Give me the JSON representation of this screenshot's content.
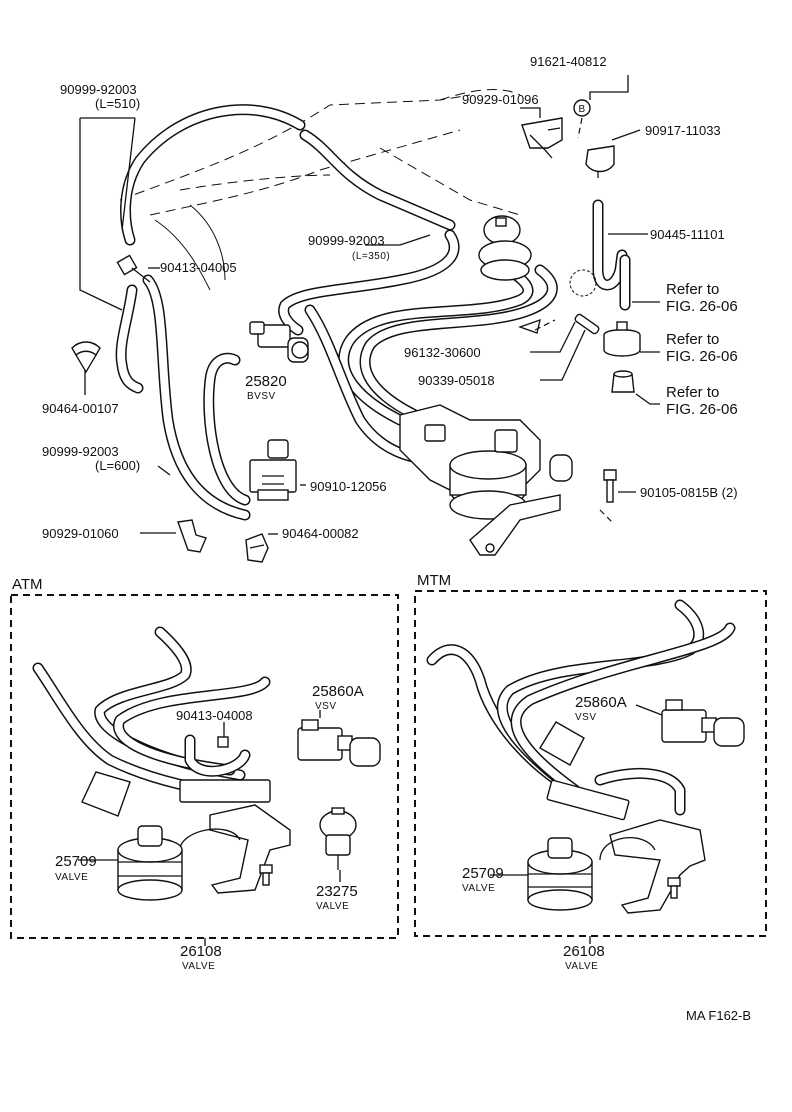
{
  "labels": {
    "hose_510_part": "90999-92003",
    "hose_510_len": "(L=510)",
    "clip_right_top": "91621-40812",
    "bracket_top": "90929-01096",
    "clip_90917": "90917-11033",
    "hose_350_part": "90999-92003",
    "hose_350_len": "(L=350)",
    "tee_90413": "90413-04005",
    "hose_90445": "90445-11101",
    "refer1_a": "Refer to",
    "refer1_b": "FIG. 26-06",
    "refer2_a": "Refer to",
    "refer2_b": "FIG. 26-06",
    "refer3_a": "Refer to",
    "refer3_b": "FIG. 26-06",
    "bvsv_num": "25820",
    "bvsv_name": "BVSV",
    "part_96132": "96132-30600",
    "part_90339": "90339-05018",
    "clip_90464_107": "90464-00107",
    "hose_600_part": "90999-92003",
    "hose_600_len": "(L=600)",
    "vsv_90910": "90910-12056",
    "bolt_90105": "90105-0815B (2)",
    "bracket_01060": "90929-01060",
    "clip_00082": "90464-00082",
    "circle_b": "B"
  },
  "atm": {
    "title": "ATM",
    "tee": "90413-04008",
    "vsv_num": "25860A",
    "vsv_name": "VSV",
    "valve_num": "25709",
    "valve_name": "VALVE",
    "valve2_num": "23275",
    "valve2_name": "VALVE",
    "assy_num": "26108",
    "assy_name": "VALVE"
  },
  "mtm": {
    "title": "MTM",
    "vsv_num": "25860A",
    "vsv_name": "VSV",
    "valve_num": "25709",
    "valve_name": "VALVE",
    "assy_num": "26108",
    "assy_name": "VALVE"
  },
  "footer": {
    "code": "MA F162-B"
  }
}
